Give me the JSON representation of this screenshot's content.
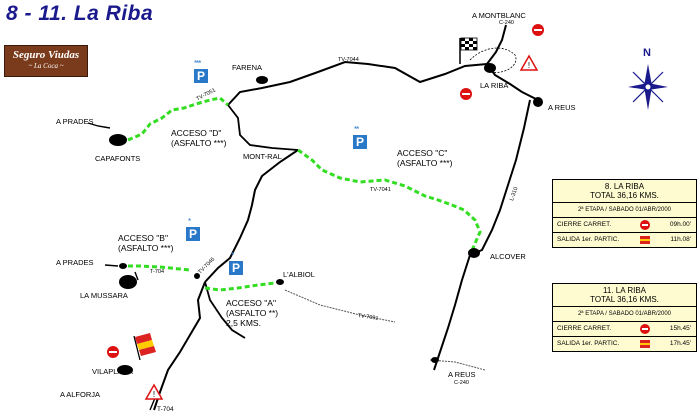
{
  "title": "8 - 11. La Riba",
  "logo": {
    "main": "Seguro Viudas",
    "sub": "~ La Coca ~"
  },
  "places": {
    "montblanc": "A MONTBLANC",
    "c240_top": "C-240",
    "farena": "FARENA",
    "la_riba": "LA RIBA",
    "reus_top": "A REUS",
    "aprades_top": "A PRADES",
    "capafonts": "CAPAFONTS",
    "mont_ral": "MONT-RAL",
    "aprades_mid": "A PRADES",
    "la_mussara": "LA MUSSARA",
    "albiol": "L'ALBIOL",
    "alcover": "ALCOVER",
    "vilaplana": "VILAPLANA",
    "aalforja": "A ALFORJA",
    "reus_bottom": "A REUS",
    "c240_bottom": "C-240",
    "t704": "T-704"
  },
  "roads": {
    "tv7044": "TV-7044",
    "tv7041": "TV-7041",
    "tv7091": "TV-7091",
    "tv7046": "TV-7046",
    "t704": "T-704",
    "l310": "L-310",
    "tv7051": "TV-7051"
  },
  "accesses": [
    {
      "name": "ACCESO \"D\"",
      "detail": "(ASFALTO ***)",
      "stars": "***"
    },
    {
      "name": "ACCESO \"C\"",
      "detail": "(ASFALTO ***)",
      "stars": "**"
    },
    {
      "name": "ACCESO \"B\"",
      "detail": "(ASFALTO ***)",
      "stars": "*"
    },
    {
      "name": "ACCESO \"A\"",
      "detail": "(ASFALTO **)",
      "extra": "2,5 KMS.",
      "stars": "*"
    }
  ],
  "parking_glyph": "P",
  "compass": "N",
  "panels": [
    {
      "title": "8. LA RIBA",
      "total": "TOTAL 36,16 KMS.",
      "stage": "2ª ETAPA / SABADO 01/ABR/2000",
      "closure_label": "CIERRE CARRET.",
      "closure_time": "09h.00'",
      "start_label": "SALIDA 1er. PARTIC.",
      "start_time": "11h.08'"
    },
    {
      "title": "11. LA RIBA",
      "total": "TOTAL 36,16 KMS.",
      "stage": "2ª ETAPA / SABADO 01/ABR/2000",
      "closure_label": "CIERRE CARRET.",
      "closure_time": "15h.45'",
      "start_label": "SALIDA 1er. PARTIC.",
      "start_time": "17h.45'"
    }
  ],
  "colors": {
    "stage_route": "#33dd22",
    "road": "#000000",
    "minor_road": "#555555",
    "parking": "#2a78c8",
    "title": "#1b1a8c",
    "panel_bg": "#fffbd0",
    "no_entry": "#dd1111",
    "logo_bg": "#7a3a1c"
  }
}
